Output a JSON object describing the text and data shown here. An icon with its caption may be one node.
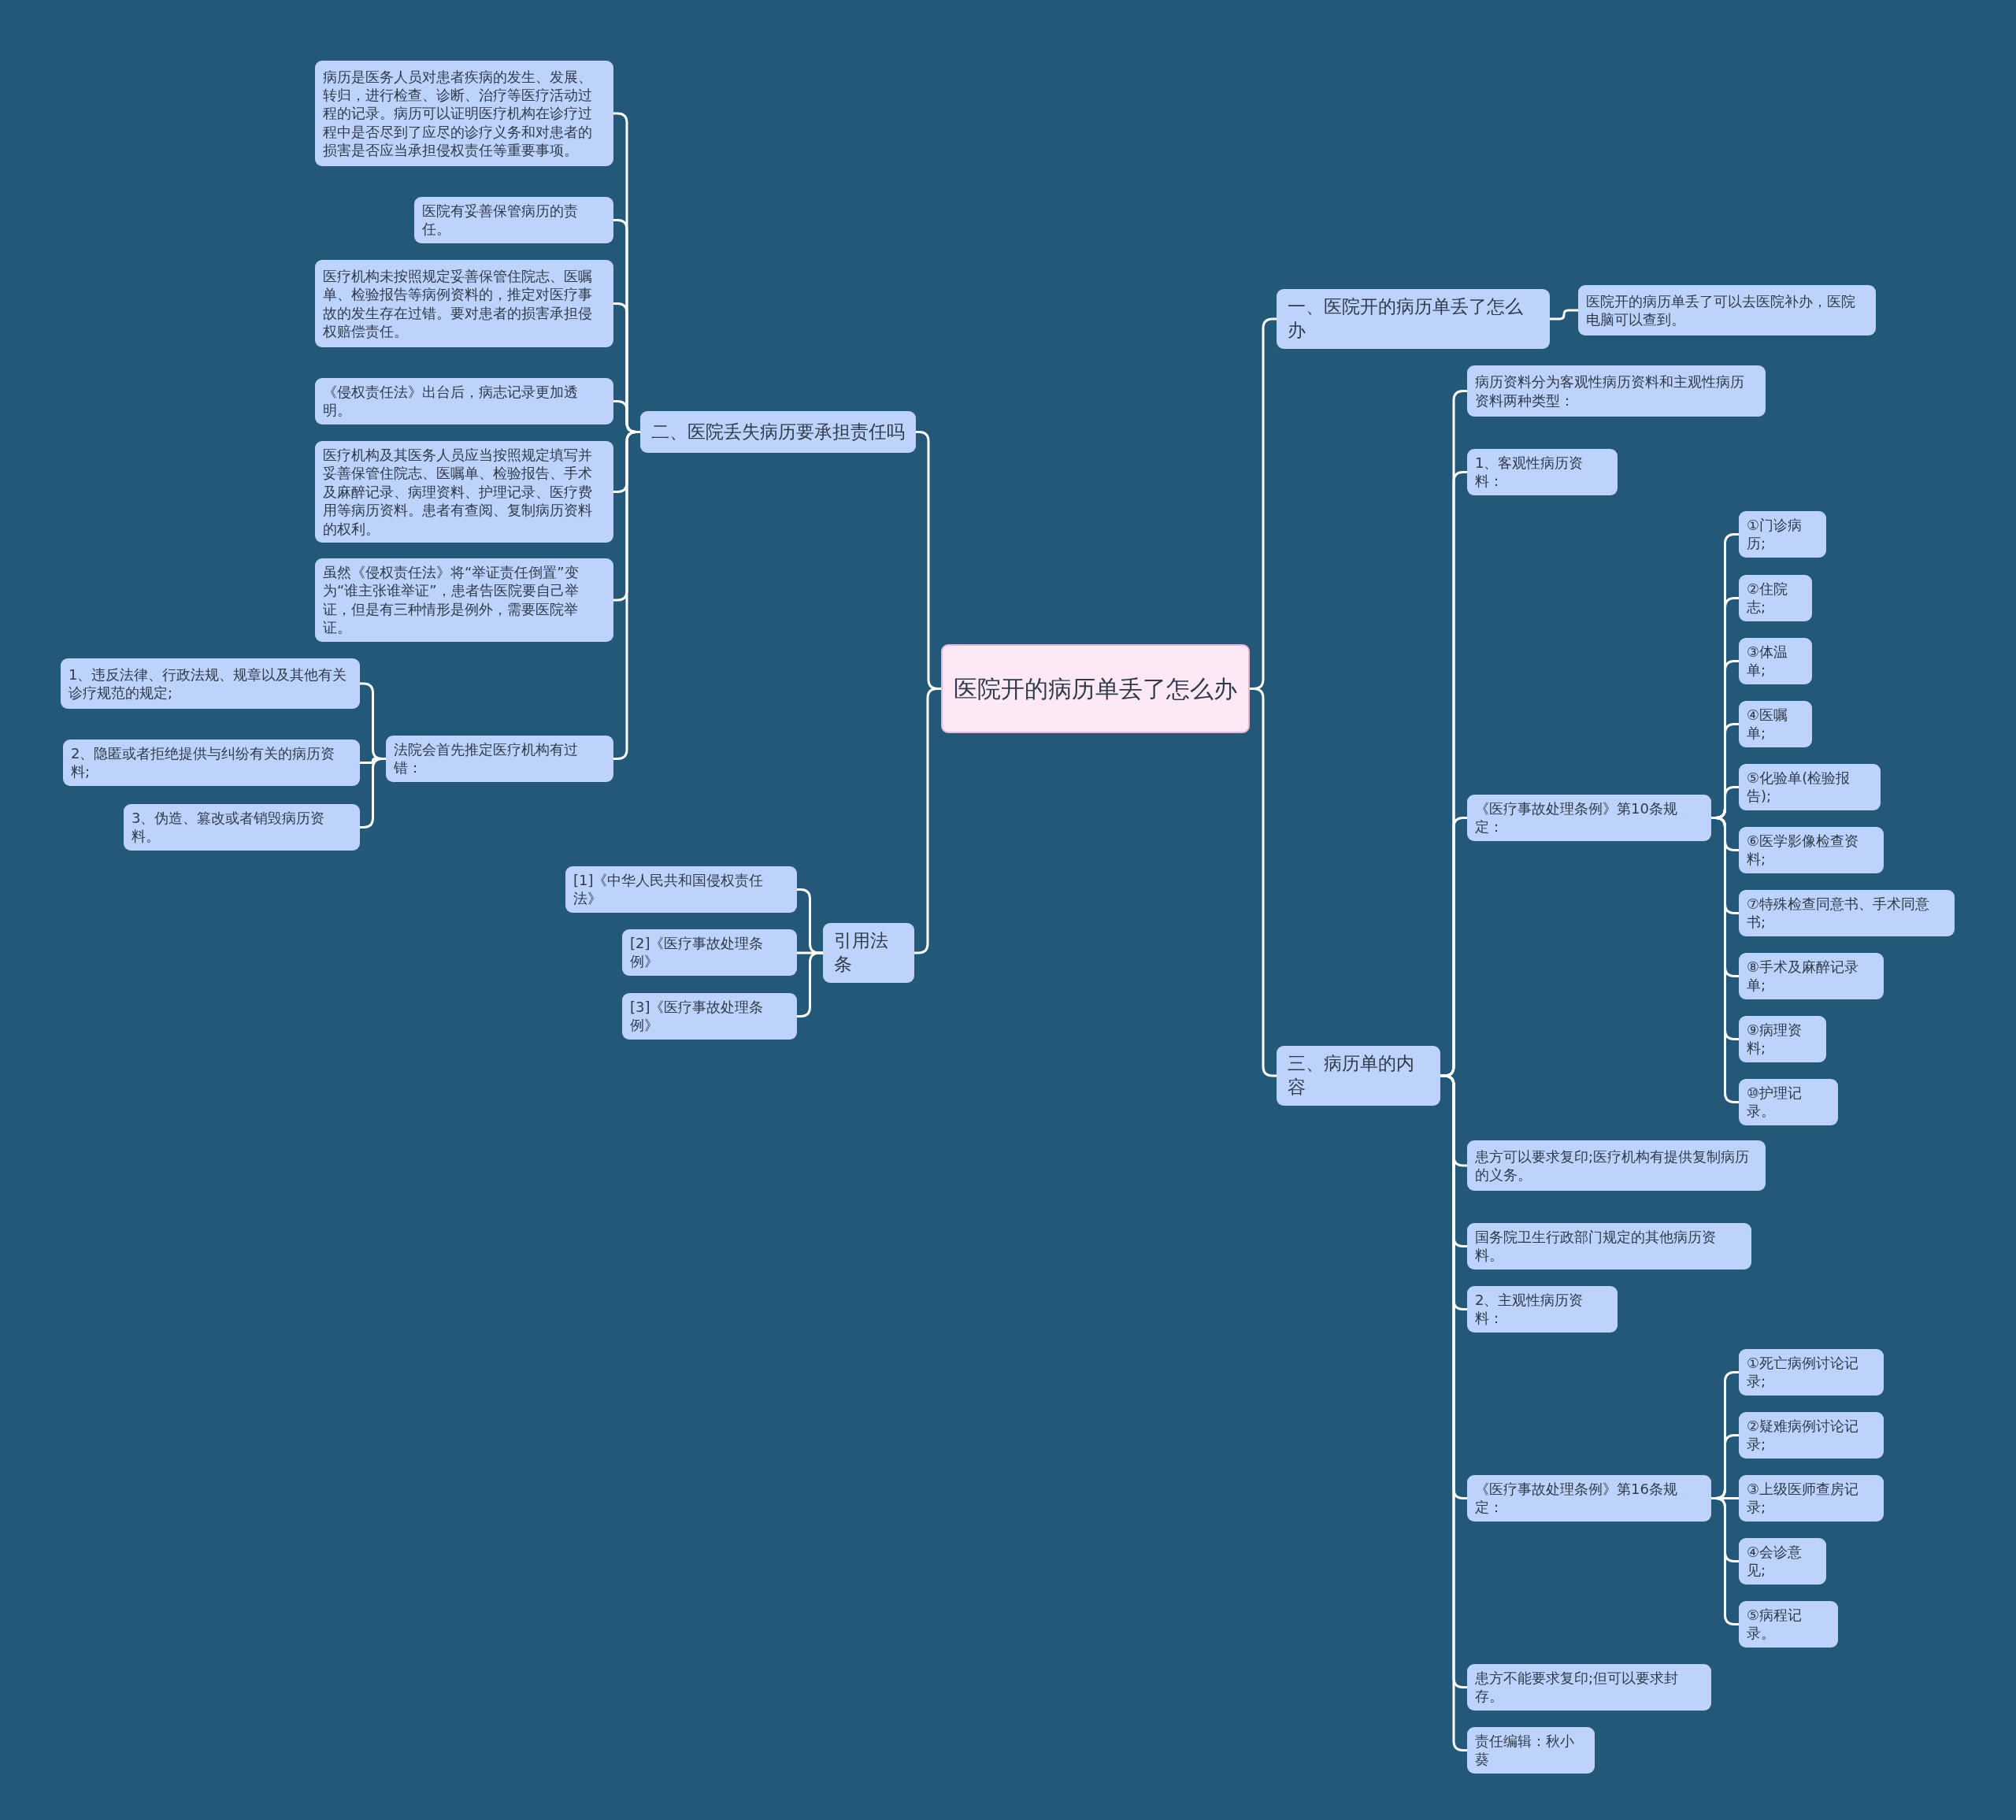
{
  "diagram": {
    "nodes": [
      {
        "text": [
          "医院开的病历单丢了怎么办"
        ]
      },
      {
        "text": [
          "一、医院开的病历单丢了怎么办"
        ]
      },
      {
        "text": [
          "医院开的病历单丢了可以去医院补办，医院电脑可以查到。"
        ]
      },
      {
        "text": [
          "二、医院丢失病历要承担责任吗"
        ]
      },
      {
        "text": [
          "病历是医务人员对患者疾病的发生、发展、转归，进行检查、诊断、治疗等医疗活动过程的记录。病历可以证明医疗机构在诊疗过程中是否尽到了应尽的诊疗义务和对患者的损害是否应当承担侵权责任等重要事项。"
        ]
      },
      {
        "text": [
          "医院有妥善保管病历的责任。"
        ]
      },
      {
        "text": [
          "医疗机构未按照规定妥善保管住院志、医嘱单、检验报告等病例资料的，推定对医疗事故的发生存在过错。要对患者的损害承担侵权赔偿责任。"
        ]
      },
      {
        "text": [
          "《侵权责任法》出台后，病志记录更加透明。"
        ]
      },
      {
        "text": [
          "医疗机构及其医务人员应当按照规定填写并妥善保管住院志、医嘱单、检验报告、手术及麻醉记录、病理资料、护理记录、医疗费用等病历资料。患者有查阅、复制病历资料的权利。"
        ]
      },
      {
        "text": [
          "虽然《侵权责任法》将“举证责任倒置”变为“谁主张谁举证”，患者告医院要自己举证，但是有三种情形是例外，需要医院举证。"
        ]
      },
      {
        "text": [
          "法院会首先推定医疗机构有过错："
        ]
      },
      {
        "text": [
          "1、违反法律、行政法规、规章以及其他有关诊疗规范的规定;"
        ]
      },
      {
        "text": [
          "2、隐匿或者拒绝提供与纠纷有关的病历资料;"
        ]
      },
      {
        "text": [
          "3、伪造、篡改或者销毁病历资料。"
        ]
      },
      {
        "text": [
          "引用法条"
        ]
      },
      {
        "text": [
          "[1]《中华人民共和国侵权责任法》"
        ]
      },
      {
        "text": [
          "[2]《医疗事故处理条例》"
        ]
      },
      {
        "text": [
          "[3]《医疗事故处理条例》"
        ]
      },
      {
        "text": [
          "三、病历单的内容"
        ]
      },
      {
        "text": [
          "病历资料分为客观性病历资料和主观性病历资料两种类型："
        ]
      },
      {
        "text": [
          "1、客观性病历资料："
        ]
      },
      {
        "text": [
          "《医疗事故处理条例》第10条规定："
        ]
      },
      {
        "text": [
          "①门诊病历;"
        ]
      },
      {
        "text": [
          "②住院志;"
        ]
      },
      {
        "text": [
          "③体温单;"
        ]
      },
      {
        "text": [
          "④医嘱单;"
        ]
      },
      {
        "text": [
          "⑤化验单(检验报告);"
        ]
      },
      {
        "text": [
          "⑥医学影像检查资料;"
        ]
      },
      {
        "text": [
          "⑦特殊检查同意书、手术同意书;"
        ]
      },
      {
        "text": [
          "⑧手术及麻醉记录单;"
        ]
      },
      {
        "text": [
          "⑨病理资料;"
        ]
      },
      {
        "text": [
          "⑩护理记录。"
        ]
      },
      {
        "text": [
          "患方可以要求复印;医疗机构有提供复制病历的义务。"
        ]
      },
      {
        "text": [
          "国务院卫生行政部门规定的其他病历资料。"
        ]
      },
      {
        "text": [
          "2、主观性病历资料："
        ]
      },
      {
        "text": [
          "《医疗事故处理条例》第16条规定："
        ]
      },
      {
        "text": [
          "①死亡病例讨论记录;"
        ]
      },
      {
        "text": [
          "②疑难病例讨论记录;"
        ]
      },
      {
        "text": [
          "③上级医师查房记录;"
        ]
      },
      {
        "text": [
          "④会诊意见;"
        ]
      },
      {
        "text": [
          "⑤病程记录。"
        ]
      },
      {
        "text": [
          "患方不能要求复印;但可以要求封存。"
        ]
      },
      {
        "text": [
          "责任编辑：秋小葵"
        ]
      }
    ],
    "edges": [
      {
        "from": 0,
        "to": 1,
        "arrow": "none"
      },
      {
        "from": 1,
        "to": 2,
        "arrow": "none"
      },
      {
        "from": 0,
        "to": 3,
        "arrow": "none"
      },
      {
        "from": 3,
        "to": 4,
        "arrow": "none"
      },
      {
        "from": 3,
        "to": 5,
        "arrow": "none"
      },
      {
        "from": 3,
        "to": 6,
        "arrow": "none"
      },
      {
        "from": 3,
        "to": 7,
        "arrow": "none"
      },
      {
        "from": 3,
        "to": 8,
        "arrow": "none"
      },
      {
        "from": 3,
        "to": 9,
        "arrow": "none"
      },
      {
        "from": 3,
        "to": 10,
        "arrow": "none"
      },
      {
        "from": 10,
        "to": 11,
        "arrow": "none"
      },
      {
        "from": 10,
        "to": 12,
        "arrow": "none"
      },
      {
        "from": 10,
        "to": 13,
        "arrow": "none"
      },
      {
        "from": 0,
        "to": 14,
        "arrow": "none"
      },
      {
        "from": 14,
        "to": 15,
        "arrow": "none"
      },
      {
        "from": 14,
        "to": 16,
        "arrow": "none"
      },
      {
        "from": 14,
        "to": 17,
        "arrow": "none"
      },
      {
        "from": 0,
        "to": 18,
        "arrow": "none"
      },
      {
        "from": 18,
        "to": 19,
        "arrow": "none"
      },
      {
        "from": 18,
        "to": 20,
        "arrow": "none"
      },
      {
        "from": 18,
        "to": 21,
        "arrow": "none"
      },
      {
        "from": 21,
        "to": 22,
        "arrow": "none"
      },
      {
        "from": 21,
        "to": 23,
        "arrow": "none"
      },
      {
        "from": 21,
        "to": 24,
        "arrow": "none"
      },
      {
        "from": 21,
        "to": 25,
        "arrow": "none"
      },
      {
        "from": 21,
        "to": 26,
        "arrow": "none"
      },
      {
        "from": 21,
        "to": 27,
        "arrow": "none"
      },
      {
        "from": 21,
        "to": 28,
        "arrow": "none"
      },
      {
        "from": 21,
        "to": 29,
        "arrow": "none"
      },
      {
        "from": 21,
        "to": 30,
        "arrow": "none"
      },
      {
        "from": 21,
        "to": 31,
        "arrow": "none"
      },
      {
        "from": 18,
        "to": 32,
        "arrow": "none"
      },
      {
        "from": 18,
        "to": 33,
        "arrow": "none"
      },
      {
        "from": 18,
        "to": 34,
        "arrow": "none"
      },
      {
        "from": 18,
        "to": 35,
        "arrow": "none"
      },
      {
        "from": 35,
        "to": 36,
        "arrow": "none"
      },
      {
        "from": 35,
        "to": 37,
        "arrow": "none"
      },
      {
        "from": 35,
        "to": 38,
        "arrow": "none"
      },
      {
        "from": 35,
        "to": 39,
        "arrow": "none"
      },
      {
        "from": 35,
        "to": 40,
        "arrow": "none"
      },
      {
        "from": 18,
        "to": 41,
        "arrow": "none"
      },
      {
        "from": 18,
        "to": 42,
        "arrow": "none"
      }
    ]
  }
}
